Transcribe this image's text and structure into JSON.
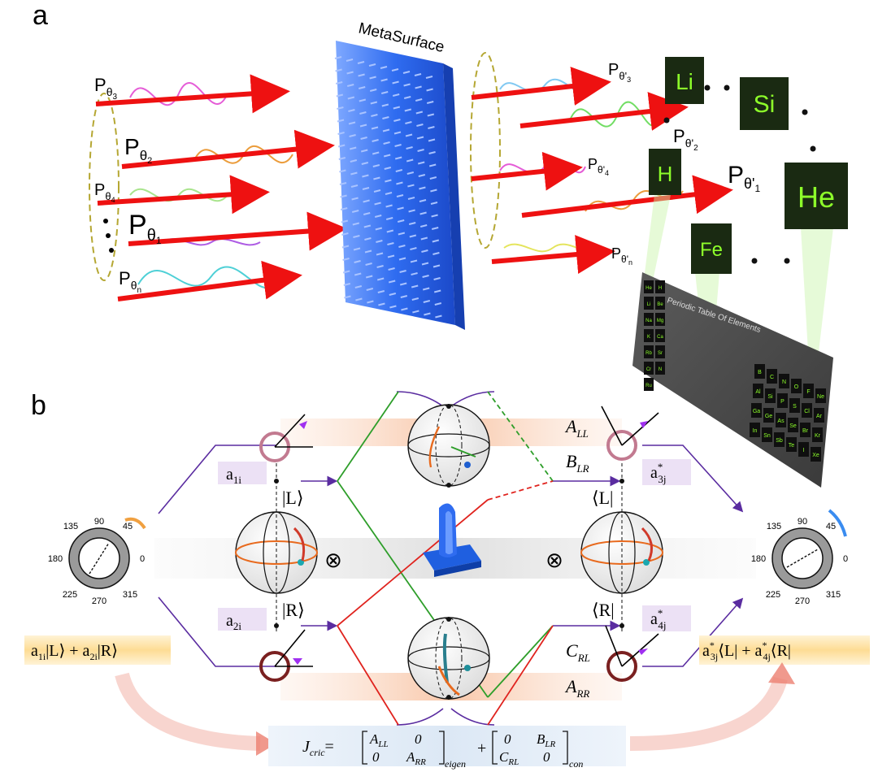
{
  "panel_a": {
    "label": "a",
    "metasurface_label": "MetaSurface",
    "input_beams": [
      {
        "base": "P",
        "sub": "θ",
        "subsub": "3"
      },
      {
        "base": "P",
        "sub": "θ",
        "subsub": "2"
      },
      {
        "base": "P",
        "sub": "θ",
        "subsub": "4"
      },
      {
        "base": "P",
        "sub": "θ",
        "subsub": "1"
      },
      {
        "base": "P",
        "sub": "θ",
        "subsub": "n"
      }
    ],
    "output_beams": [
      {
        "base": "P",
        "sub": "θ'",
        "subsub": "3"
      },
      {
        "base": "P",
        "sub": "θ'",
        "subsub": "2"
      },
      {
        "base": "P",
        "sub": "θ'",
        "subsub": "4"
      },
      {
        "base": "P",
        "sub": "θ'",
        "subsub": "1"
      },
      {
        "base": "P",
        "sub": "θ'",
        "subsub": "n"
      }
    ],
    "element_tiles": [
      "Li",
      "Si",
      "H",
      "He",
      "Fe"
    ],
    "periodic_table_title": "Periodic Table Of Elements",
    "periodic_table_cells": [
      "B",
      "C",
      "N",
      "O",
      "F",
      "Ne",
      "Al",
      "Si",
      "P",
      "S",
      "Cl",
      "Ar",
      "Ga",
      "Ge",
      "As",
      "Se",
      "Br",
      "Kr",
      "In",
      "Sn",
      "Sb",
      "Te",
      "I",
      "Xe",
      "He",
      "H",
      "Li",
      "Be",
      "Na",
      "Mg",
      "K",
      "Ca",
      "Rb",
      "Sr",
      "Cr",
      "N",
      "Ru"
    ]
  },
  "panel_b": {
    "label": "b",
    "coeff_a1i": {
      "base": "a",
      "sub": "1i"
    },
    "coeff_a2i": {
      "base": "a",
      "sub": "2i"
    },
    "coeff_a3j": {
      "base": "a",
      "sup": "*",
      "sub": "3j"
    },
    "coeff_a4j": {
      "base": "a",
      "sup": "*",
      "sub": "4j"
    },
    "ket_L": "|L⟩",
    "ket_R": "|R⟩",
    "bra_L": "⟨L|",
    "bra_R": "⟨R|",
    "tensor": "⊗",
    "A_LL": {
      "base": "A",
      "sub": "LL"
    },
    "B_LR": {
      "base": "B",
      "sub": "LR"
    },
    "C_RL": {
      "base": "C",
      "sub": "RL"
    },
    "A_RR": {
      "base": "A",
      "sub": "RR"
    },
    "input_state": {
      "a1": "a",
      "a1sub": "1i",
      "L": "|L⟩ + ",
      "a2": "a",
      "a2sub": "2i",
      "R": "|R⟩"
    },
    "output_state": {
      "a3": "a",
      "a3sup": "*",
      "a3sub": "3j",
      "L": "⟨L| + ",
      "a4": "a",
      "a4sup": "*",
      "a4sub": "4j",
      "R": "⟨R|"
    },
    "dial_ticks": [
      "90",
      "45",
      "0",
      "315",
      "270",
      "225",
      "180",
      "135"
    ],
    "matrix": {
      "J": "J",
      "Jsub": "cric",
      "eq": "=",
      "m1": [
        [
          "A",
          "LL",
          "0"
        ],
        [
          "0",
          "A",
          "RR"
        ]
      ],
      "m1sub": "eigen",
      "plus": "+",
      "m2": [
        [
          "0",
          "B",
          "LR"
        ],
        [
          "C",
          "RL",
          "0"
        ]
      ],
      "m2sub": "con"
    }
  },
  "colors": {
    "beam_red": "#ee1111",
    "metasurface_blue": "#2f6cf0",
    "tile_green": "#8dff2a",
    "purple_line": "#5a2ca0",
    "green_line": "#2e9e2a",
    "red_line": "#e0231e",
    "label_bg_purple": "#ece1f5",
    "state_bg_orange": "#fde2a6"
  }
}
